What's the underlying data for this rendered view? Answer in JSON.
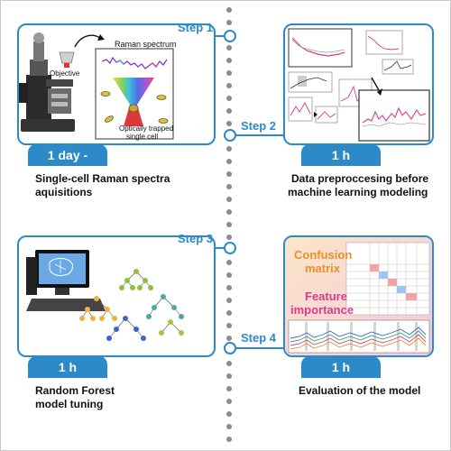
{
  "steps": [
    {
      "label": "Step 1",
      "duration": "1 day -",
      "caption_line1": "Single-cell Raman spectra",
      "caption_line2": "aquisitions"
    },
    {
      "label": "Step 2",
      "duration": "1 h",
      "caption_line1": "Data preproccesing before",
      "caption_line2": "machine learning modeling"
    },
    {
      "label": "Step 3",
      "duration": "1 h",
      "caption_line1": "Random Forest",
      "caption_line2": "model tuning"
    },
    {
      "label": "Step 4",
      "duration": "1 h",
      "caption_line1": "Evaluation of the model",
      "caption_line2": ""
    }
  ],
  "panel1": {
    "objective": "Objective",
    "raman_spectrum": "Raman spectrum",
    "trapped_line1": "Optically trapped",
    "trapped_line2": "single cell"
  },
  "panel4": {
    "confusion_line1": "Confusion",
    "confusion_line2": "matrix",
    "feature_line1": "Feature",
    "feature_line2": "importance"
  },
  "colors": {
    "accent": "#2b8ac7",
    "confusion_title": "#e8902a",
    "feature_title": "#d63c8f",
    "timeline_dots": "#8c8c8c"
  }
}
